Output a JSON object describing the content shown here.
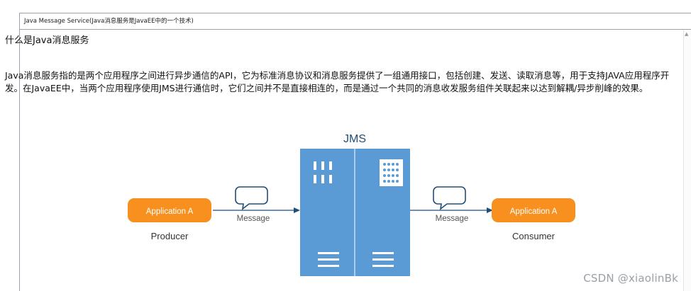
{
  "window": {
    "title": "Java Message Service(Java消息服务是JavaEE中的一个技术)"
  },
  "article": {
    "heading": "什么是Java消息服务",
    "paragraph": "Java消息服务指的是两个应用程序之间进行异步通信的API，它为标准消息协议和消息服务提供了一组通用接口，包括创建、发送、读取消息等，用于支持JAVA应用程序开发。在JavaEE中，当两个应用程序使用JMS进行通信时，它们之间并不是直接相连的，而是通过一个共同的消息收发服务组件关联起来以达到解耦/异步削峰的效果。"
  },
  "diagram": {
    "server_label": "JMS",
    "producer": {
      "app_label": "Application A",
      "role": "Producer"
    },
    "consumer": {
      "app_label": "Application A",
      "role": "Consumer"
    },
    "left_message": "Message",
    "right_message": "Message",
    "colors": {
      "orange": "#f7901e",
      "blue": "#5b9bd5",
      "dark_blue": "#1f4e79",
      "gray_text": "#555555"
    }
  },
  "watermark": "CSDN @xiaolinBk"
}
